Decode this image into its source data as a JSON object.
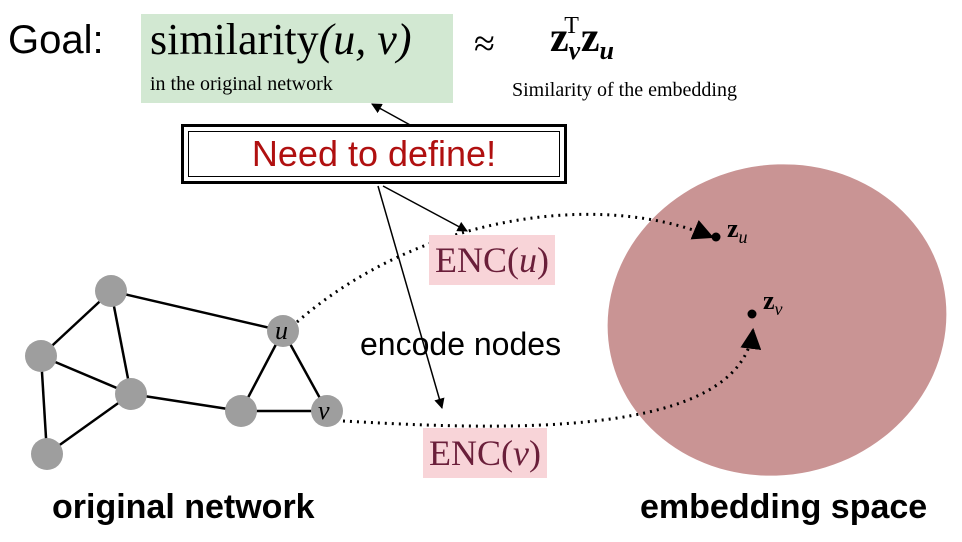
{
  "header": {
    "goal_label": "Goal:",
    "similarity_fn": "similarity",
    "similarity_args": "(u, v)",
    "similarity_note": "in the original network",
    "approx_symbol": "≈",
    "embedding_z1": "z",
    "embedding_sub1": "v",
    "embedding_sup": "T",
    "embedding_z2": "z",
    "embedding_sub2": "u",
    "embedding_note": "Similarity of the embedding"
  },
  "callout": {
    "need_to_define": "Need to define!"
  },
  "encoders": {
    "enc_u_fn": "ENC",
    "enc_u_arg": "u",
    "enc_v_fn": "ENC",
    "enc_v_arg": "v",
    "encode_label": "encode nodes"
  },
  "network": {
    "label": "original network",
    "node_u_label": "u",
    "node_v_label": "v"
  },
  "embedding": {
    "label": "embedding space",
    "point_u_label": "z",
    "point_u_sub": "u",
    "point_v_label": "z",
    "point_v_sub": "v"
  },
  "colors": {
    "similarity_highlight": "#d2e8d2",
    "callout_text": "#b01010",
    "encoder_highlight": "#f8d4d8",
    "embedding_space": "#c99494",
    "node_fill": "#9e9e9e"
  }
}
